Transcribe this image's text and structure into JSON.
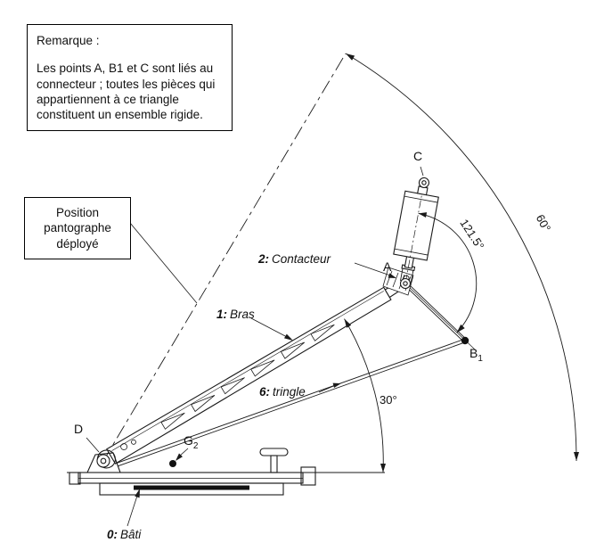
{
  "remarque": {
    "title": "Remarque :",
    "body": "Les points A, B1 et C sont liés au connecteur ; toutes les pièces qui appartiennent à ce triangle constituent un ensemble rigide."
  },
  "position_note": "Position pantographe déployé",
  "parts": {
    "contacteur": {
      "num": "2:",
      "name": "Contacteur"
    },
    "bras": {
      "num": "1:",
      "name": "Bras"
    },
    "tringle": {
      "num": "6:",
      "name": "tringle"
    },
    "bati": {
      "num": "0:",
      "name": "Bâti"
    }
  },
  "points": {
    "A": "A",
    "C": "C",
    "D": "D",
    "B1": {
      "base": "B",
      "sub": "1"
    },
    "G2": {
      "base": "G",
      "sub": "2"
    }
  },
  "angles": {
    "deployed": "60°",
    "connector": "121.5°",
    "arm": "30°"
  }
}
